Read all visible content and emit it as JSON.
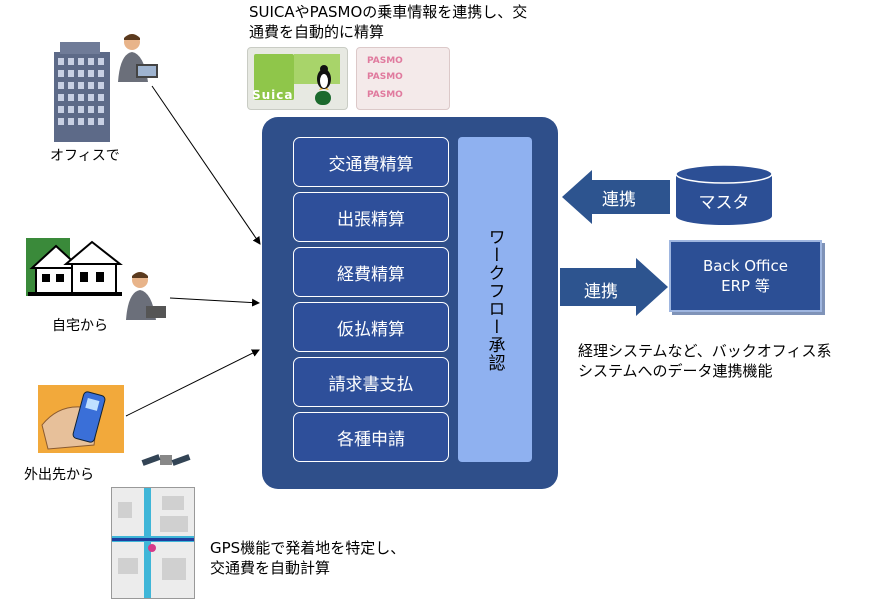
{
  "top_caption": {
    "line1": "SUICAやPASMOの乗車情報を連携し、交",
    "line2": "通費を自動的に精算"
  },
  "cards": {
    "suica_text": "Suica",
    "pasmo_lines": [
      "PASMO",
      "PASMO",
      "PASMO"
    ]
  },
  "locations": {
    "office": "オフィスで",
    "home": "自宅から",
    "outside": "外出先から"
  },
  "features": [
    "交通費精算",
    "出張精算",
    "経費精算",
    "仮払精算",
    "請求書支払",
    "各種申請"
  ],
  "workflow_label": "ワークフロー承認",
  "inbound": {
    "arrow_label": "連携",
    "source": "マスタ"
  },
  "outbound": {
    "arrow_label": "連携",
    "target_line1": "Back Office",
    "target_line2": "ERP 等"
  },
  "right_caption": {
    "line1": "経理システムなど、バックオフィス系",
    "line2": "システムへのデータ連携機能"
  },
  "gps_caption": {
    "line1": "GPS機能で発着地を特定し、",
    "line2": "交通費を自動計算"
  },
  "colors": {
    "panel": "#2f4f8a",
    "feature_box": "#2e4f9a",
    "workflow": "#8fb1f0",
    "arrow": "#2d548f"
  }
}
